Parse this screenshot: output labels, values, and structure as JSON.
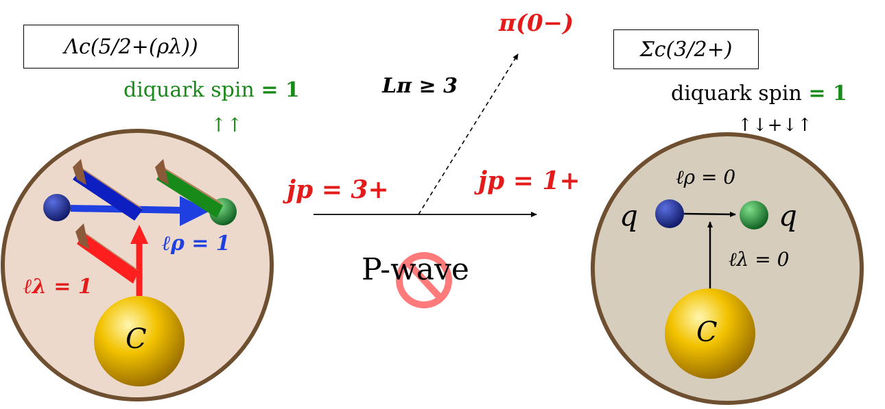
{
  "colors": {
    "red": "#e31b1b",
    "green": "#1a8a1a",
    "blue": "#1f3fe0",
    "navy": "#1b2a8c",
    "gold": "#f2c200",
    "circle_left_fill": "#ecd9cc",
    "circle_right_fill": "#d7cdbd",
    "circle_stroke": "#6e4f30"
  },
  "left": {
    "title": "Λc(5/2+(ρλ))",
    "diquark_label": "diquark spin",
    "diquark_eq": "= 1",
    "diquark_arrows": "↑↑",
    "l_rho": "ℓρ = 1",
    "l_lambda": "ℓλ = 1",
    "heavy_quark": "C"
  },
  "right": {
    "title": "Σc(3/2+)",
    "diquark_label": "diquark spin",
    "diquark_eq": "= 1",
    "diquark_arrows": "↑↓+↓↑",
    "l_rho": "ℓρ = 0",
    "l_lambda": "ℓλ = 0",
    "q_left": "q",
    "q_right": "q",
    "heavy_quark": "C"
  },
  "center": {
    "pion": "π(0−)",
    "l_pi": "Lπ ≥ 3",
    "jp_initial": "jp = 3+",
    "jp_final": "jp = 1+",
    "forbidden": "P-wave"
  },
  "icons": {
    "forbidden": "prohibited-icon"
  }
}
